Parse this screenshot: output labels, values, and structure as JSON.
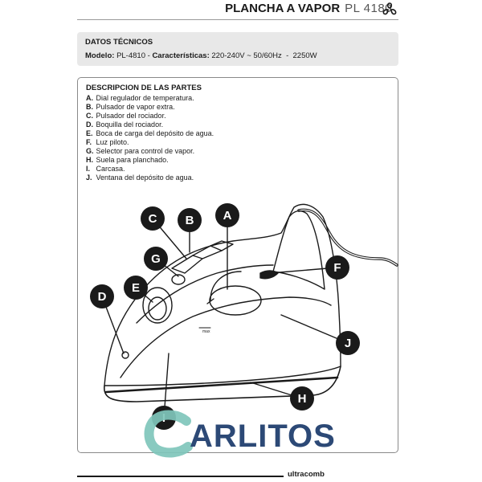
{
  "header": {
    "title": "PLANCHA A VAPOR",
    "model": "PL 4180"
  },
  "specs": {
    "heading": "DATOS TÉCNICOS",
    "model_label": "Modelo:",
    "model_value": "PL-4810",
    "features_label": "Características:",
    "features_value": "220-240V ~ 50/60Hz  -  2250W"
  },
  "parts": {
    "heading": "DESCRIPCION DE LAS PARTES",
    "items": [
      {
        "letter": "A.",
        "text": "Dial regulador de temperatura."
      },
      {
        "letter": "B.",
        "text": "Pulsador de vapor extra."
      },
      {
        "letter": "C.",
        "text": "Pulsador del rociador."
      },
      {
        "letter": "D.",
        "text": "Boquilla del rociador."
      },
      {
        "letter": "E.",
        "text": "Boca de carga del depósito de agua."
      },
      {
        "letter": "F.",
        "text": "Luz piloto."
      },
      {
        "letter": "G.",
        "text": "Selector para control de vapor."
      },
      {
        "letter": "H.",
        "text": "Suela para planchado."
      },
      {
        "letter": "I.",
        "text": "Carcasa."
      },
      {
        "letter": "J.",
        "text": "Ventana del depósito de agua."
      }
    ]
  },
  "diagram": {
    "callouts": [
      "A",
      "B",
      "C",
      "D",
      "E",
      "F",
      "G",
      "H",
      "I",
      "J"
    ],
    "max_mark": "max"
  },
  "watermark": {
    "text": "ARLITOS",
    "accent_color": "#7fc6bb",
    "text_color": "#1b3a6b"
  },
  "footer": {
    "brand": "ultracomb"
  }
}
